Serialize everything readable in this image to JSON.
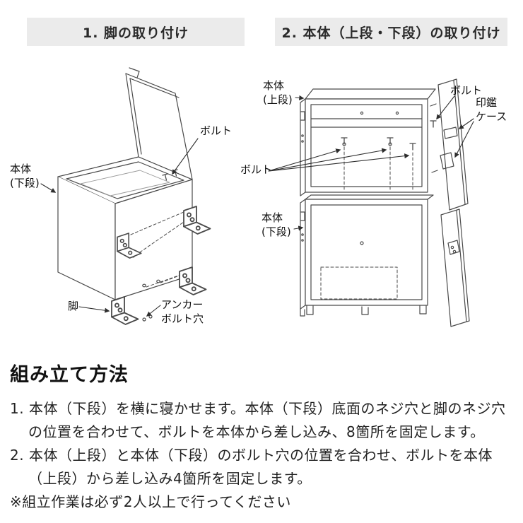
{
  "headers": {
    "step1": "1. 脚の取り付け",
    "step2": "2. 本体（上段・下段）の取り付け"
  },
  "diagram1": {
    "bolt": "ボルト",
    "body_lower": "本体\n(下段)",
    "leg": "脚",
    "anchor_hole": "アンカー\nボルト穴"
  },
  "diagram2": {
    "body_upper": "本体\n(上段)",
    "bolt_left": "ボルト",
    "bolt_top": "ボルト",
    "seal_case": "印鑑\nケース",
    "body_lower": "本体\n(下段)"
  },
  "instructions": {
    "title": "組み立て方法",
    "steps": [
      "1. 本体（下段）を横に寝かせます。本体（下段）底面のネジ穴と脚のネジ穴の位置を合わせて、ボルトを本体から差し込み、8箇所を固定します。",
      "2. 本体（上段）と本体（下段）のボルト穴の位置を合わせ、ボルトを本体（上段）から差し込み4箇所を固定します。"
    ],
    "note": "※組立作業は必ず2人以上で行ってください"
  },
  "colors": {
    "header_bg": "#ebebeb",
    "line_art": "#4a4a4a",
    "text": "#1e1e1e"
  }
}
